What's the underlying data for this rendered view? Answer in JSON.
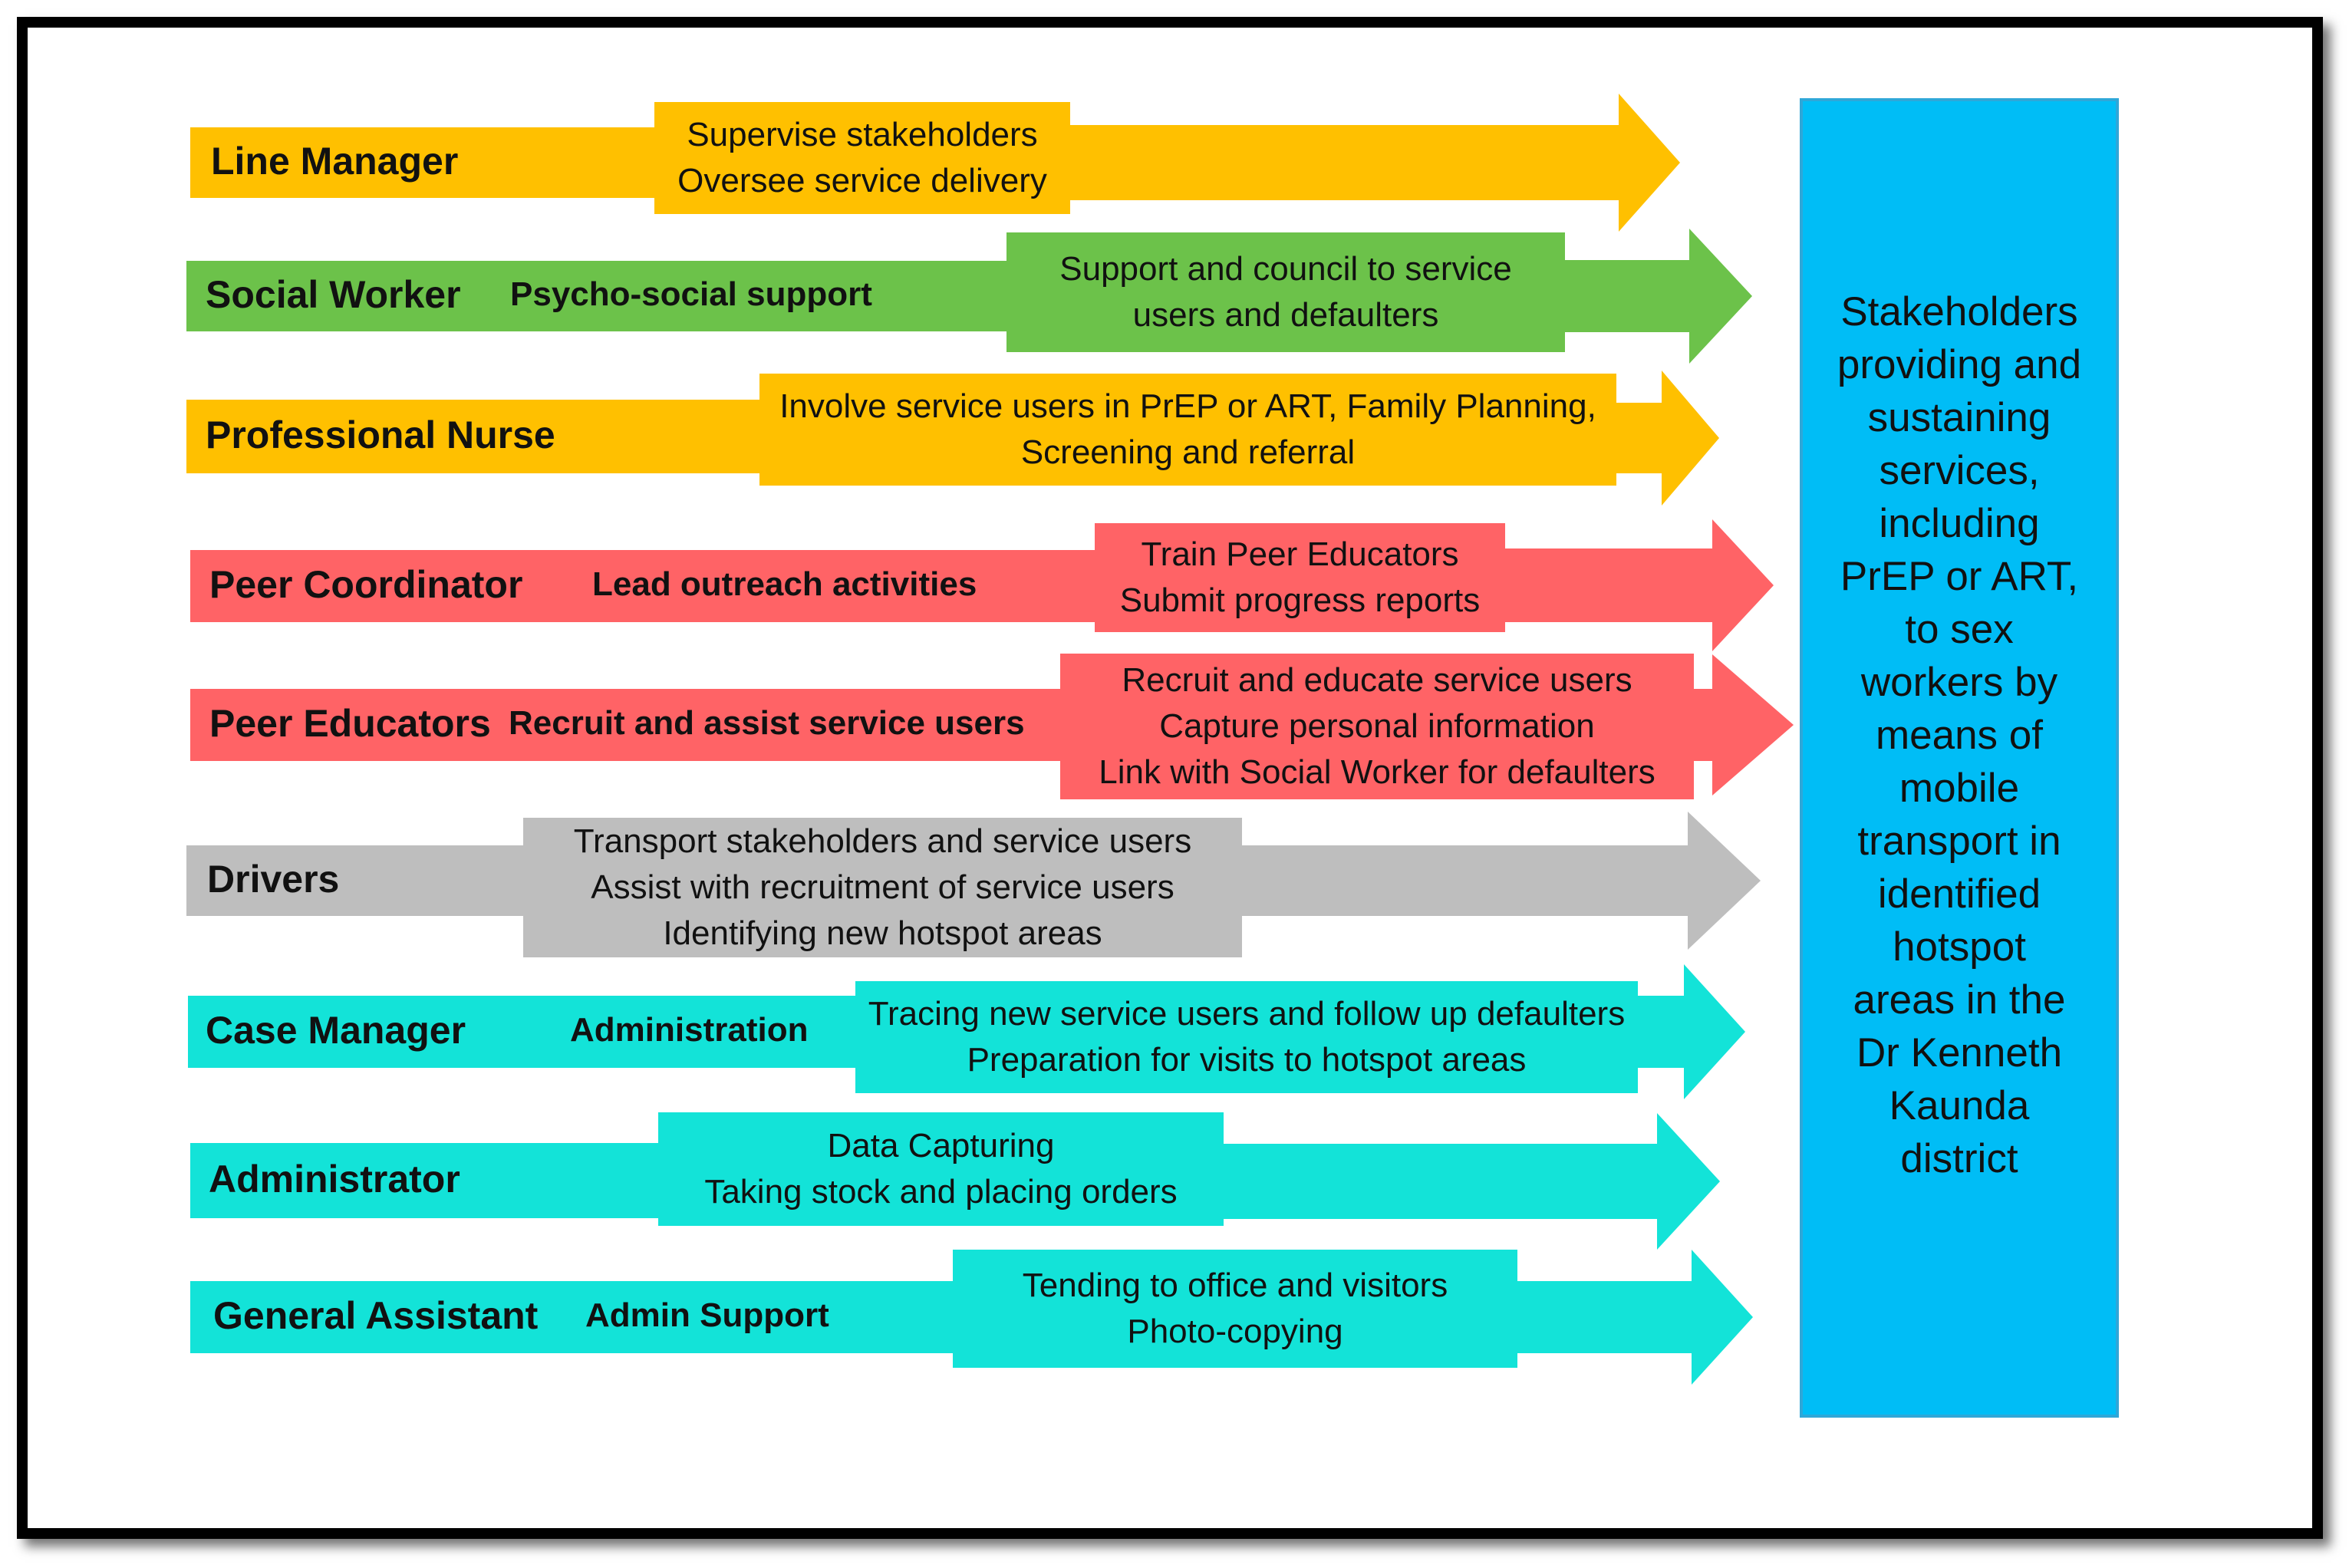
{
  "colors": {
    "orange": "#ffc000",
    "green": "#6cc24a",
    "red": "#ff6366",
    "gray": "#bebebe",
    "cyan": "#13e3d8",
    "target_blue": "#00bdf6"
  },
  "rows": [
    {
      "role": "Line Manager",
      "task": "",
      "box_lines": [
        "Supervise stakeholders",
        "Oversee service delivery"
      ]
    },
    {
      "role": "Social Worker",
      "task": "Psycho-social support",
      "box_lines": [
        "Support and council to service",
        "users and defaulters"
      ]
    },
    {
      "role": "Professional Nurse",
      "task": "",
      "box_lines": [
        "Involve service users in PrEP or ART, Family Planning,",
        "Screening and referral"
      ]
    },
    {
      "role": "Peer Coordinator",
      "task": "Lead outreach activities",
      "box_lines": [
        "Train Peer Educators",
        "Submit progress reports"
      ]
    },
    {
      "role": "Peer Educators",
      "task": "Recruit and assist service users",
      "box_lines": [
        "Recruit and educate service users",
        "Capture personal information",
        "Link with Social Worker for defaulters"
      ]
    },
    {
      "role": "Drivers",
      "task": "",
      "box_lines": [
        "Transport stakeholders and service users",
        "Assist with recruitment of service users",
        "Identifying new hotspot areas"
      ]
    },
    {
      "role": "Case Manager",
      "task": "Administration",
      "box_lines": [
        "Tracing new service users and follow up defaulters",
        "Preparation for visits to hotspot areas"
      ]
    },
    {
      "role": "Administrator",
      "task": "",
      "box_lines": [
        "Data Capturing",
        "Taking stock and placing orders"
      ]
    },
    {
      "role": "General Assistant",
      "task": "Admin Support",
      "box_lines": [
        "Tending to office and visitors",
        "Photo-copying"
      ]
    }
  ],
  "target_lines": [
    "Stakeholders",
    "providing and",
    "sustaining",
    "services,",
    "including",
    "PrEP or ART,",
    "to sex",
    "workers by",
    "means of",
    "mobile",
    "transport in",
    "identified",
    "hotspot",
    "areas in the",
    "Dr Kenneth",
    "Kaunda",
    "district"
  ]
}
